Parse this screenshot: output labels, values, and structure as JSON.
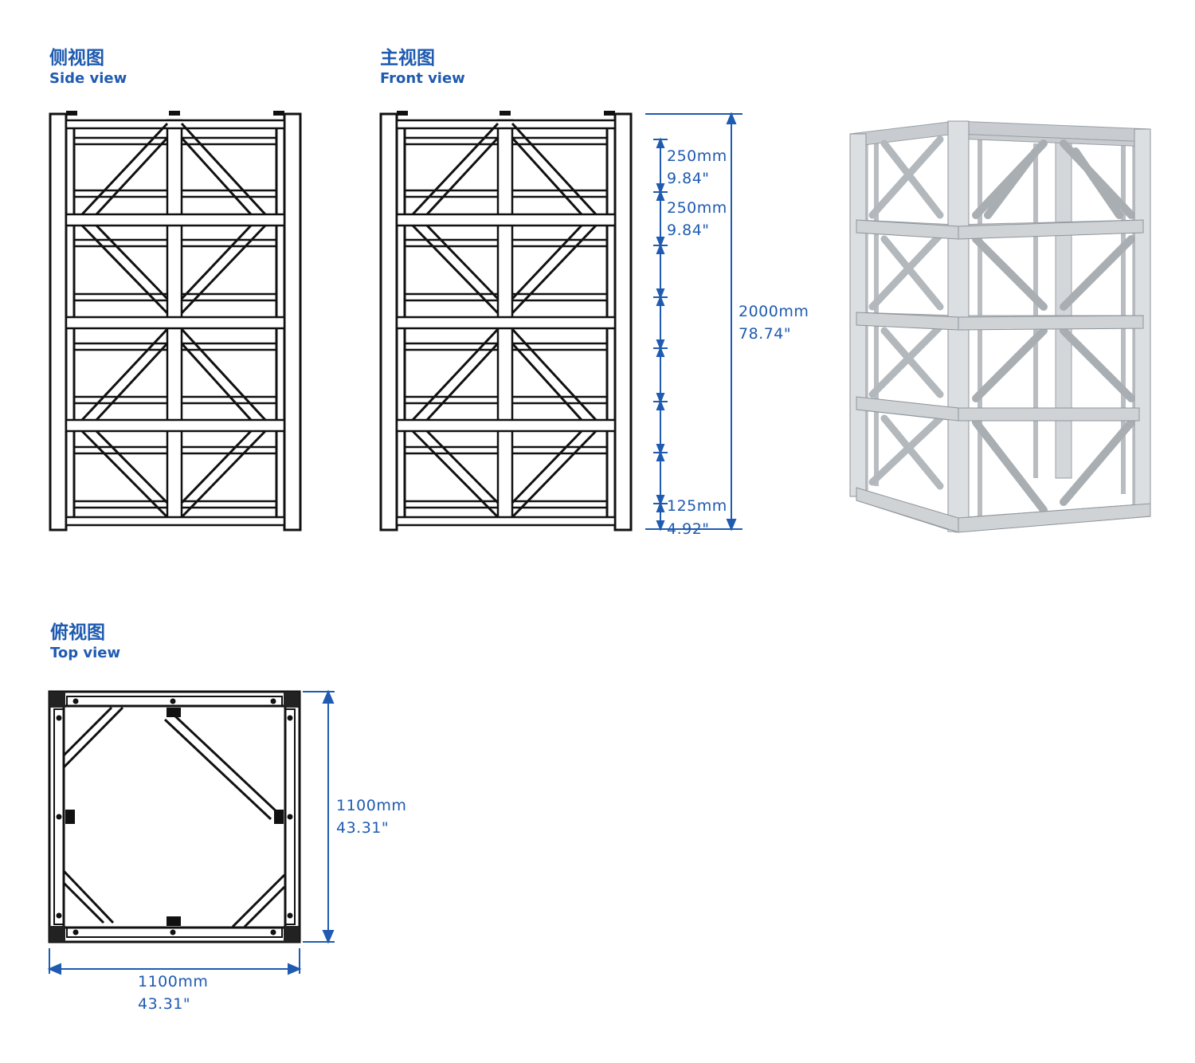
{
  "views": {
    "side": {
      "title_cn": "侧视图",
      "title_en": "Side view"
    },
    "front": {
      "title_cn": "主视图",
      "title_en": "Front view"
    },
    "top": {
      "title_cn": "俯视图",
      "title_en": "Top view"
    }
  },
  "dimensions": {
    "seg1": {
      "mm": "250mm",
      "inch": "9.84\""
    },
    "seg2": {
      "mm": "250mm",
      "inch": "9.84\""
    },
    "seg_bottom": {
      "mm": "125mm",
      "inch": "4.92\""
    },
    "height": {
      "mm": "2000mm",
      "inch": "78.74\""
    },
    "top_depth": {
      "mm": "1100mm",
      "inch": "43.31\""
    },
    "top_width": {
      "mm": "1100mm",
      "inch": "43.31\""
    }
  },
  "colors": {
    "dimension": "#1f5bb0",
    "line": "#111111",
    "metal": "#bfc3c7"
  }
}
